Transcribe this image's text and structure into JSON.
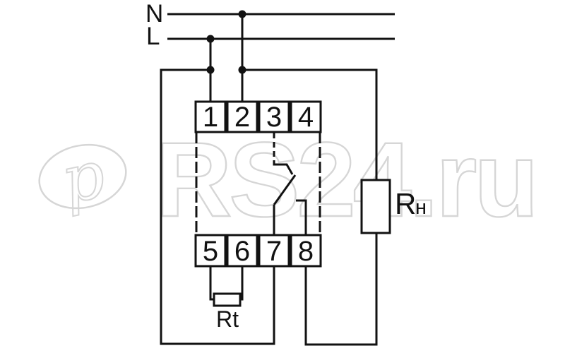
{
  "diagram": {
    "type": "wiring-schematic",
    "description": "Connection diagram of a DIN-rail relay/thermostat module with terminals 1-4 on top and 5-8 on bottom, temperature sensor Rt between terminals 5-6, internal switch contact between terminals 3/7/8, and load resistance Rн fed from N and terminal 8; supply lines N and L on top",
    "power_labels": {
      "neutral": "N",
      "line": "L"
    },
    "terminals": {
      "top": [
        "1",
        "2",
        "3",
        "4"
      ],
      "bottom": [
        "5",
        "6",
        "7",
        "8"
      ]
    },
    "components": {
      "sensor_label": "Rt",
      "load_label_main": "R",
      "load_label_sub": "н"
    },
    "colors": {
      "line": "#121212",
      "background": "#ffffff",
      "watermark": "#d6d6d6"
    }
  },
  "watermark": {
    "text": "RS24.ru",
    "logo_letter": "p"
  }
}
